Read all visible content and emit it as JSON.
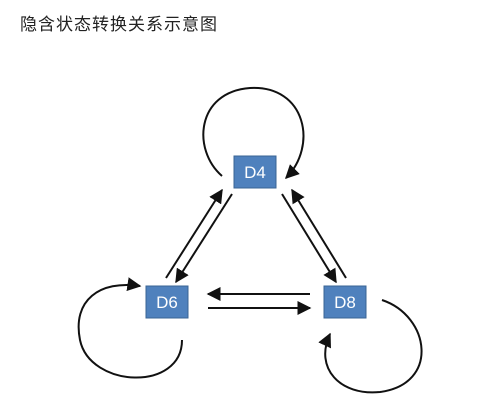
{
  "title": "隐含状态转换关系示意图",
  "nodes": [
    {
      "id": "D4",
      "label": "D4"
    },
    {
      "id": "D6",
      "label": "D6"
    },
    {
      "id": "D8",
      "label": "D8"
    }
  ],
  "colors": {
    "node_fill": "#4f81bd",
    "node_border": "#3a6494",
    "arrow": "#111111"
  }
}
